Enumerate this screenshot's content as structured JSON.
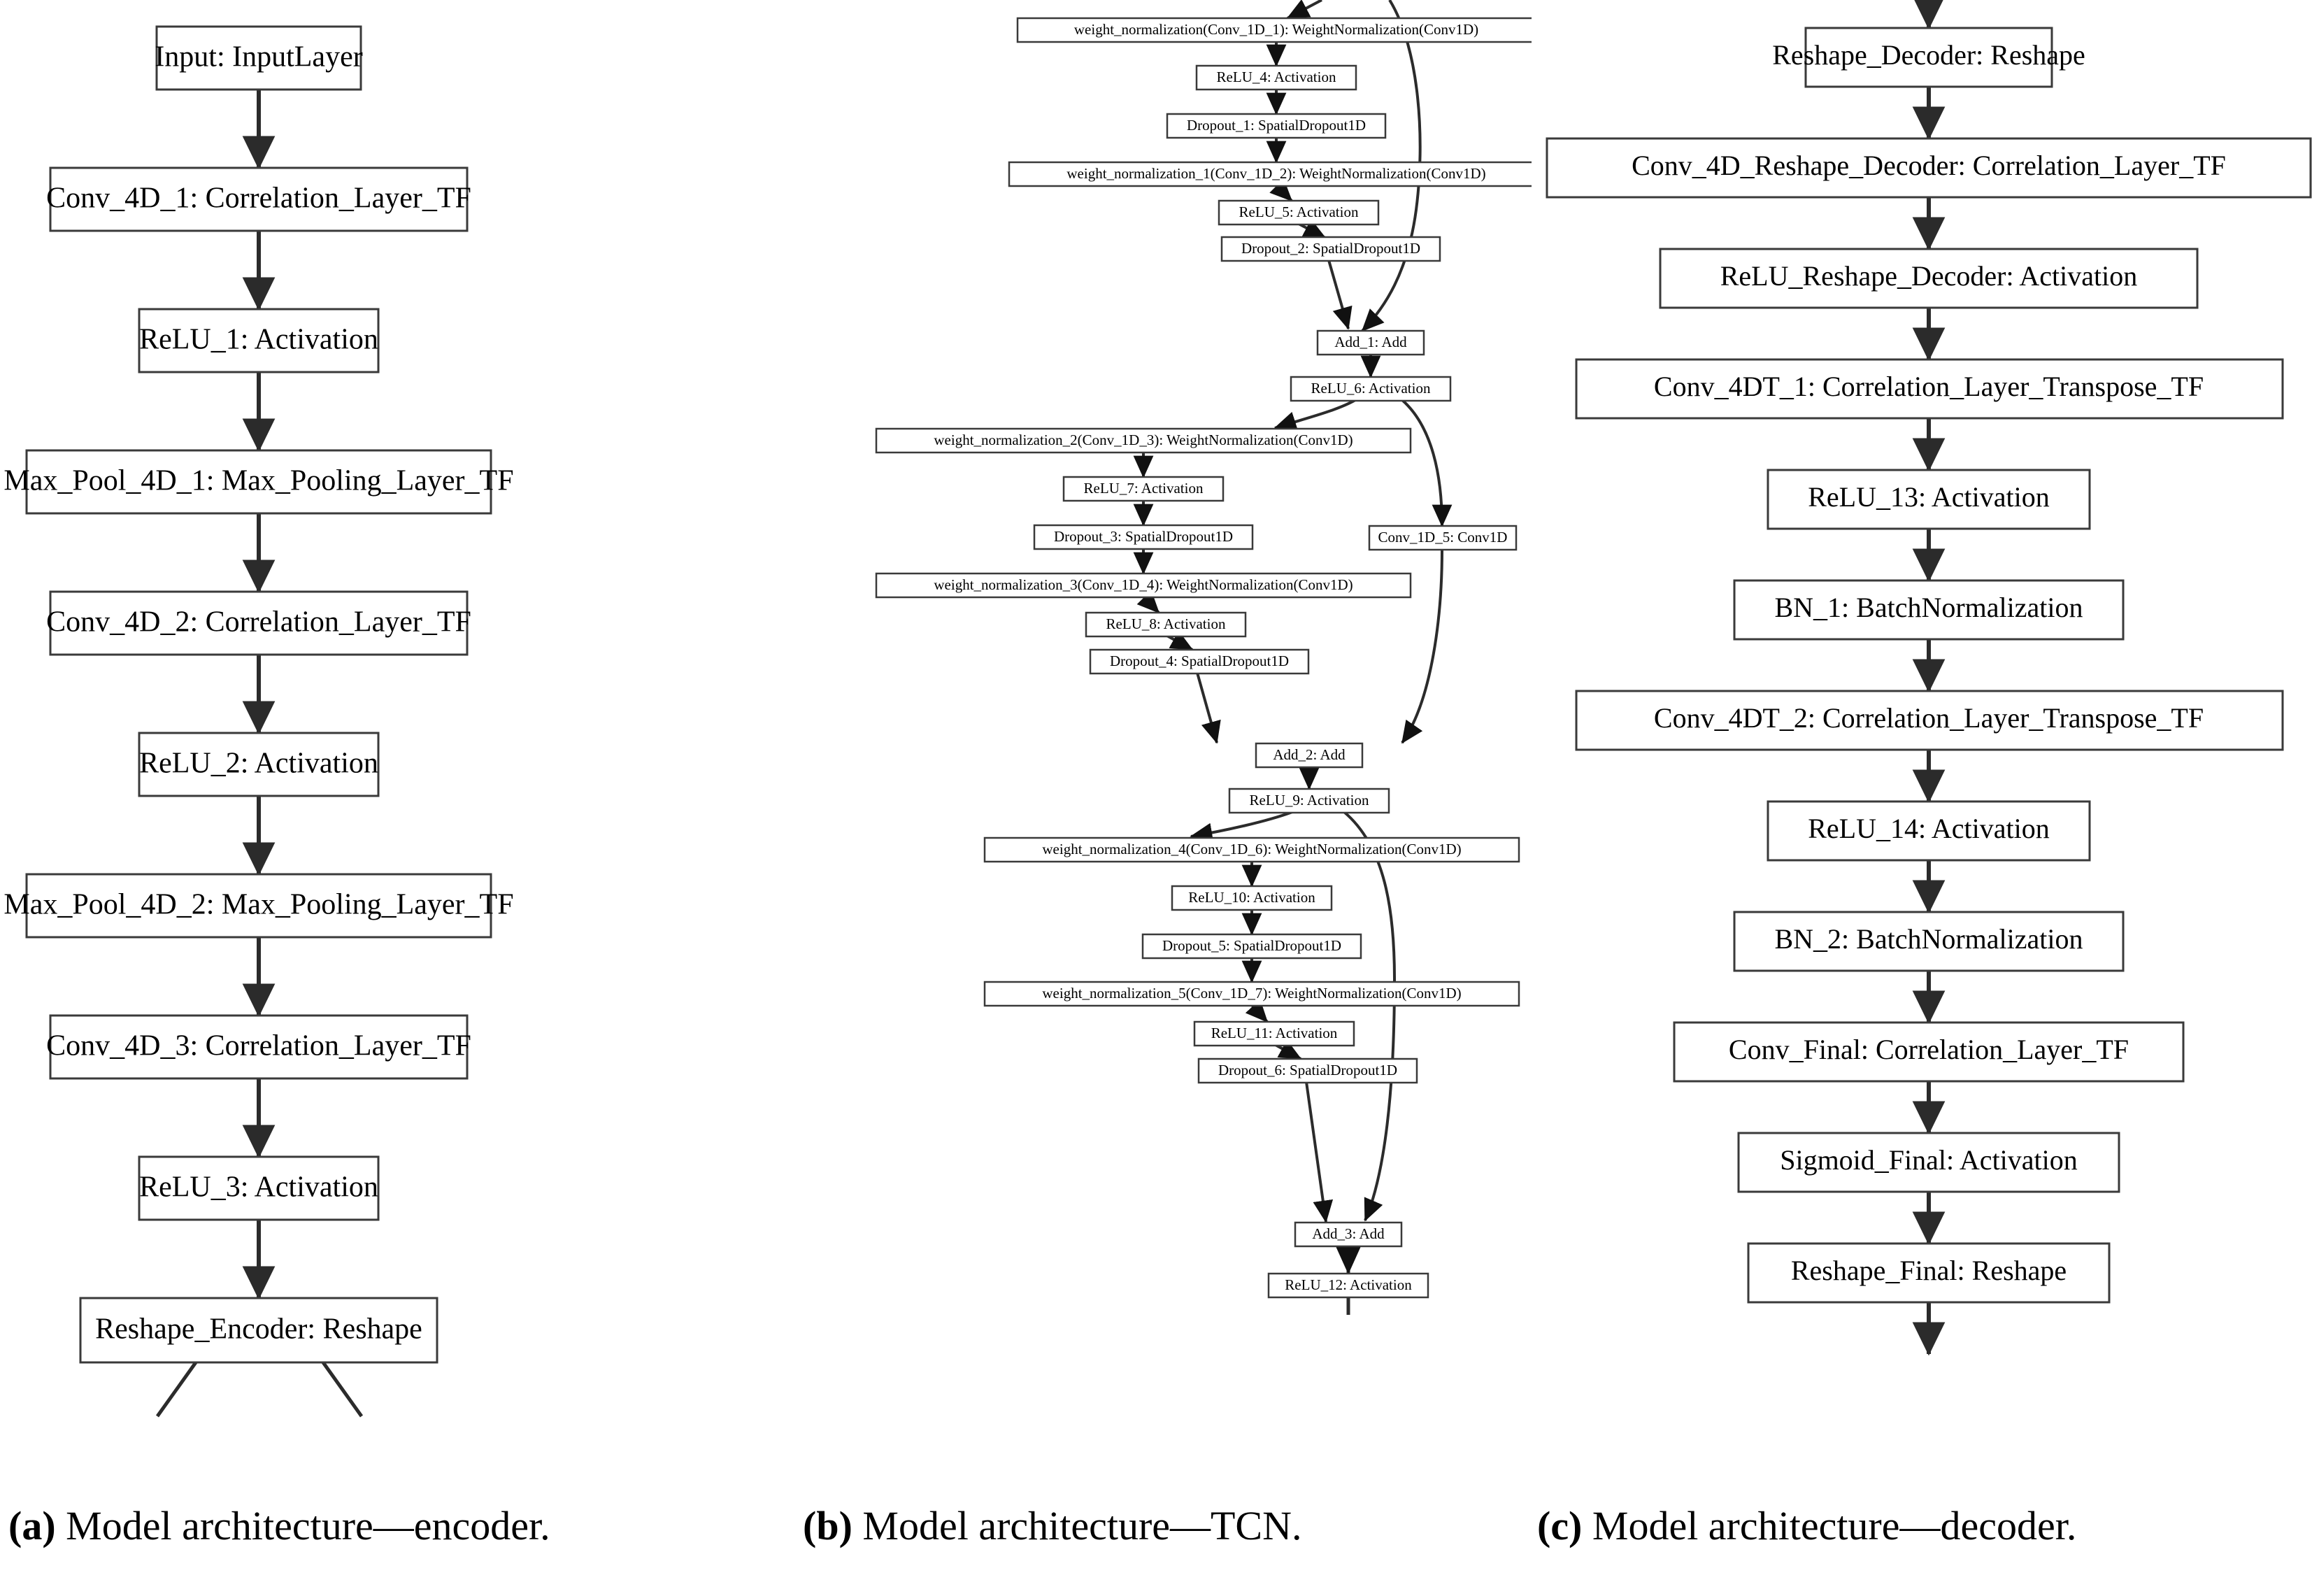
{
  "figure": {
    "panels": [
      {
        "id": "a",
        "caption_prefix": "(a)",
        "caption_text": " Model architecture—encoder.",
        "title": "Model architecture—encoder.",
        "nodes": [
          {
            "id": "input",
            "label": "Input: InputLayer"
          },
          {
            "id": "conv4d1",
            "label": "Conv_4D_1: Correlation_Layer_TF"
          },
          {
            "id": "relu1",
            "label": "ReLU_1: Activation"
          },
          {
            "id": "maxpool1",
            "label": "Max_Pool_4D_1: Max_Pooling_Layer_TF"
          },
          {
            "id": "conv4d2",
            "label": "Conv_4D_2: Correlation_Layer_TF"
          },
          {
            "id": "relu2",
            "label": "ReLU_2: Activation"
          },
          {
            "id": "maxpool2",
            "label": "Max_Pool_4D_2: Max_Pooling_Layer_TF"
          },
          {
            "id": "conv4d3",
            "label": "Conv_4D_3: Correlation_Layer_TF"
          },
          {
            "id": "relu3",
            "label": "ReLU_3: Activation"
          },
          {
            "id": "reshapeenc",
            "label": "Reshape_Encoder: Reshape"
          }
        ]
      },
      {
        "id": "b",
        "caption_prefix": "(b)",
        "caption_text": " Model architecture—TCN.",
        "title": "Model architecture—TCN.",
        "nodes": [
          {
            "id": "wn0",
            "label": "weight_normalization(Conv_1D_1): WeightNormalization(Conv1D)"
          },
          {
            "id": "relu4",
            "label": "ReLU_4: Activation"
          },
          {
            "id": "drop1",
            "label": "Dropout_1: SpatialDropout1D"
          },
          {
            "id": "wn1",
            "label": "weight_normalization_1(Conv_1D_2): WeightNormalization(Conv1D)"
          },
          {
            "id": "relu5",
            "label": "ReLU_5: Activation"
          },
          {
            "id": "drop2",
            "label": "Dropout_2: SpatialDropout1D"
          },
          {
            "id": "add1",
            "label": "Add_1: Add"
          },
          {
            "id": "relu6",
            "label": "ReLU_6: Activation"
          },
          {
            "id": "wn2",
            "label": "weight_normalization_2(Conv_1D_3): WeightNormalization(Conv1D)"
          },
          {
            "id": "relu7",
            "label": "ReLU_7: Activation"
          },
          {
            "id": "conv1d5",
            "label": "Conv_1D_5: Conv1D"
          },
          {
            "id": "drop3",
            "label": "Dropout_3: SpatialDropout1D"
          },
          {
            "id": "wn3",
            "label": "weight_normalization_3(Conv_1D_4): WeightNormalization(Conv1D)"
          },
          {
            "id": "relu8",
            "label": "ReLU_8: Activation"
          },
          {
            "id": "drop4",
            "label": "Dropout_4: SpatialDropout1D"
          },
          {
            "id": "add2",
            "label": "Add_2: Add"
          },
          {
            "id": "relu9",
            "label": "ReLU_9: Activation"
          },
          {
            "id": "wn4",
            "label": "weight_normalization_4(Conv_1D_6): WeightNormalization(Conv1D)"
          },
          {
            "id": "relu10",
            "label": "ReLU_10: Activation"
          },
          {
            "id": "drop5",
            "label": "Dropout_5: SpatialDropout1D"
          },
          {
            "id": "wn5",
            "label": "weight_normalization_5(Conv_1D_7): WeightNormalization(Conv1D)"
          },
          {
            "id": "relu11",
            "label": "ReLU_11: Activation"
          },
          {
            "id": "drop6",
            "label": "Dropout_6: SpatialDropout1D"
          },
          {
            "id": "add3",
            "label": "Add_3: Add"
          },
          {
            "id": "relu12",
            "label": "ReLU_12: Activation"
          }
        ]
      },
      {
        "id": "c",
        "caption_prefix": "(c)",
        "caption_text": " Model architecture—decoder.",
        "title": "Model architecture—decoder.",
        "nodes": [
          {
            "id": "reshapedec",
            "label": "Reshape_Decoder: Reshape"
          },
          {
            "id": "conv4drd",
            "label": "Conv_4D_Reshape_Decoder: Correlation_Layer_TF"
          },
          {
            "id": "relurd",
            "label": "ReLU_Reshape_Decoder: Activation"
          },
          {
            "id": "conv4dt1",
            "label": "Conv_4DT_1: Correlation_Layer_Transpose_TF"
          },
          {
            "id": "relu13",
            "label": "ReLU_13: Activation"
          },
          {
            "id": "bn1",
            "label": "BN_1: BatchNormalization"
          },
          {
            "id": "conv4dt2",
            "label": "Conv_4DT_2: Correlation_Layer_Transpose_TF"
          },
          {
            "id": "relu14",
            "label": "ReLU_14: Activation"
          },
          {
            "id": "bn2",
            "label": "BN_2: BatchNormalization"
          },
          {
            "id": "convfinal",
            "label": "Conv_Final: Correlation_Layer_TF"
          },
          {
            "id": "sigmoidfinal",
            "label": "Sigmoid_Final: Activation"
          },
          {
            "id": "reshapefinal",
            "label": "Reshape_Final: Reshape"
          }
        ]
      }
    ],
    "colors": {
      "box_stroke": "#3a3a3a",
      "edge_stroke": "#2b2b2b",
      "text": "#000000",
      "background": "#ffffff"
    }
  }
}
